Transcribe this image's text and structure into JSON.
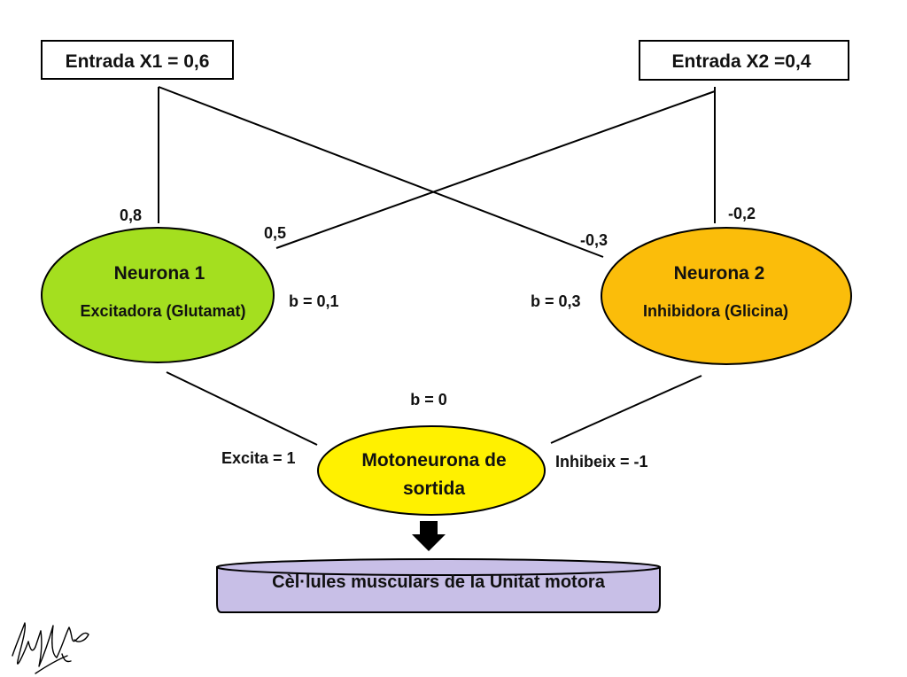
{
  "inputs": {
    "x1": {
      "label": "Entrada X1 = 0,6"
    },
    "x2": {
      "label": "Entrada X2 =0,4"
    }
  },
  "weights": {
    "x1_n1": "0,8",
    "x2_n1": "0,5",
    "x1_n2": "-0,3",
    "x2_n2": "-0,2"
  },
  "neuron1": {
    "title": "Neurona 1",
    "subtitle": "Excitadora (Glutamat)",
    "bias": "b = 0,1",
    "color": "#a4df1f"
  },
  "neuron2": {
    "title": "Neurona 2",
    "subtitle": "Inhibidora (Glicina)",
    "bias": "b = 0,3",
    "color": "#fbbd0a"
  },
  "motoneuron": {
    "line1": "Motoneurona de",
    "line2": "sortida",
    "bias": "b = 0",
    "excite_label": "Excita = 1",
    "inhibit_label": "Inhibeix = -1",
    "color": "#fff100"
  },
  "muscle": {
    "label": "Cèl·lules musculars de la Unitat motora",
    "color": "#c8bfe7"
  },
  "signature": {
    "text": "signature"
  }
}
